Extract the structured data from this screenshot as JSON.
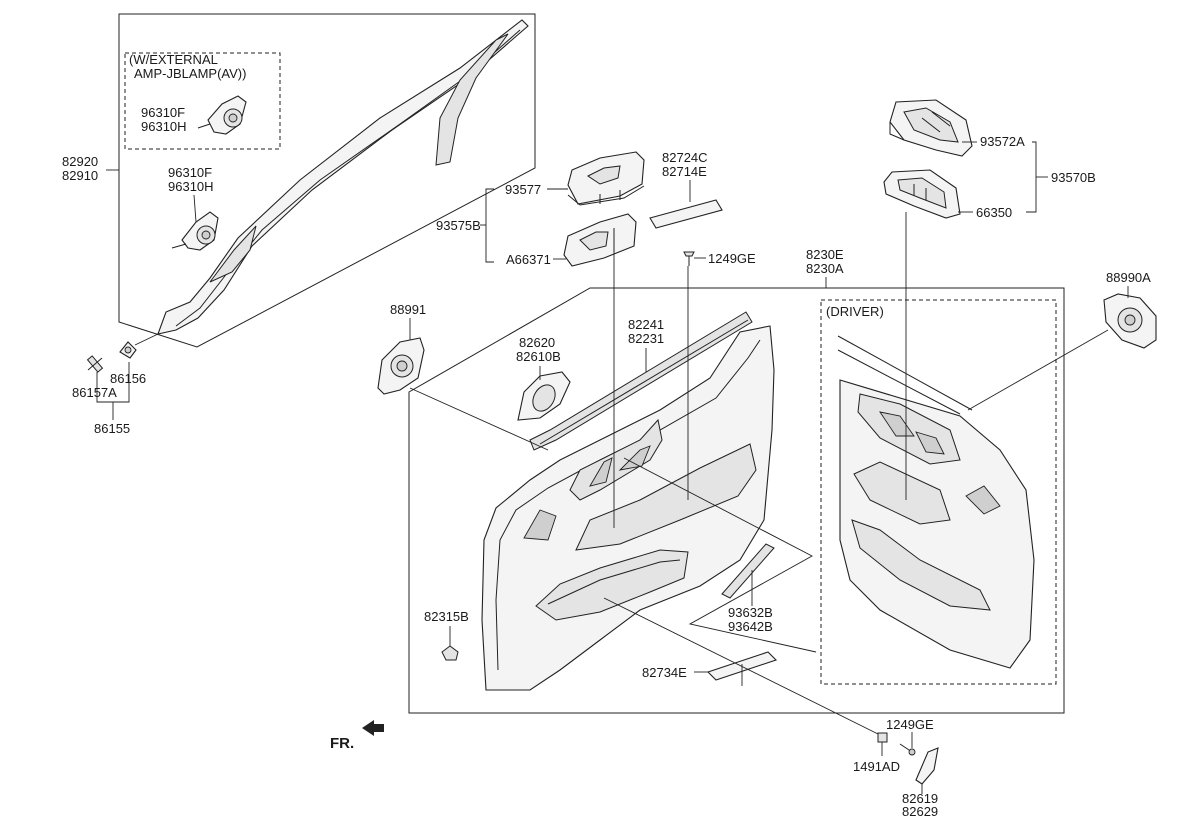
{
  "diagram": {
    "frame_labels": {
      "external_amp_line1": "(W/EXTERNAL",
      "external_amp_line2": "AMP-JBLAMP(AV))",
      "driver": "(DRIVER)",
      "front_marker": "FR."
    },
    "part_numbers": {
      "p82920": "82920",
      "p82910": "82910",
      "p96310F_a": "96310F",
      "p96310H_a": "96310H",
      "p96310F_b": "96310F",
      "p96310H_b": "96310H",
      "p86156": "86156",
      "p86157A": "86157A",
      "p86155": "86155",
      "p93577": "93577",
      "p93575B": "93575B",
      "pA66371": "A66371",
      "p82724C": "82724C",
      "p82714E": "82714E",
      "p1249GE_a": "1249GE",
      "p93572A": "93572A",
      "p93570B": "93570B",
      "p66350": "66350",
      "p8230E": "8230E",
      "p8230A": "8230A",
      "p88990A": "88990A",
      "p88991": "88991",
      "p82620": "82620",
      "p82610B": "82610B",
      "p82241": "82241",
      "p82231": "82231",
      "p82315B": "82315B",
      "p93632B": "93632B",
      "p93642B": "93642B",
      "p82734E": "82734E",
      "p1249GE_b": "1249GE",
      "p1491AD": "1491AD",
      "p82619": "82619",
      "p82629": "82629"
    }
  }
}
